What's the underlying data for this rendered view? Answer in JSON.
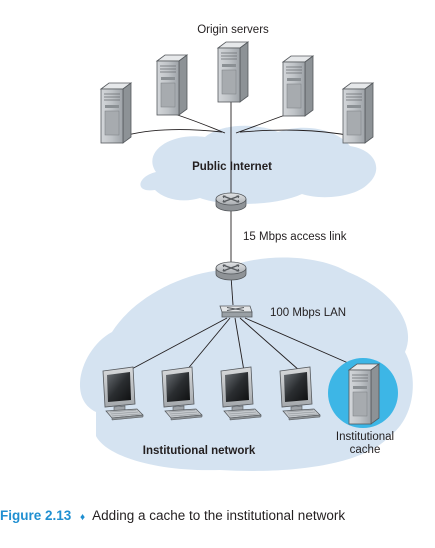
{
  "labels": {
    "origin_servers": "Origin servers",
    "public_internet": "Public Internet",
    "access_link": "15 Mbps access link",
    "lan": "100 Mbps LAN",
    "institutional_network": "Institutional network",
    "cache_line1": "Institutional",
    "cache_line2": "cache"
  },
  "caption": {
    "figure_number": "Figure 2.13",
    "bullet": "♦",
    "text": "Adding a cache to the institutional network"
  },
  "colors": {
    "cloud": "#d5e3f1",
    "cache_highlight": "#3db6e6",
    "caption_accent": "#1f8fd1",
    "router": "#bfc3c7",
    "server": "#b9bdc1"
  }
}
